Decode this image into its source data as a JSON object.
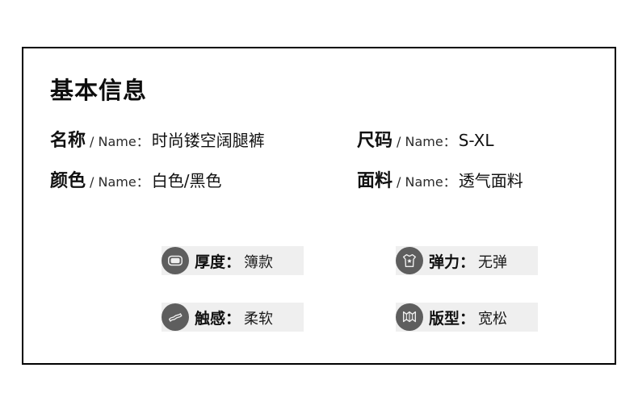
{
  "card": {
    "title": "基本信息",
    "border_color": "#000000",
    "background": "#ffffff"
  },
  "specs": [
    {
      "label": "名称",
      "separator": "/ Name：",
      "value": "时尚镂空阔腿裤",
      "column": "left",
      "row": 0
    },
    {
      "label": "尺码",
      "separator": "/ Name：",
      "value": "S-XL",
      "column": "right",
      "row": 0
    },
    {
      "label": "颜色",
      "separator": "/ Name：",
      "value": "白色/黑色",
      "column": "left",
      "row": 1
    },
    {
      "label": "面料",
      "separator": "/ Name：",
      "value": "透气面料",
      "column": "right",
      "row": 1
    }
  ],
  "badges": [
    {
      "icon": "folded-fabric-icon",
      "key": "厚度",
      "colon": "：",
      "value": "簿款",
      "column": "left",
      "row": 0
    },
    {
      "icon": "tshirt-star-icon",
      "key": "弹力",
      "colon": "：",
      "value": "无弹",
      "column": "right",
      "row": 0
    },
    {
      "icon": "cloth-ribbon-icon",
      "key": "触感",
      "colon": "：",
      "value": "柔软",
      "column": "left",
      "row": 1
    },
    {
      "icon": "folded-map-icon",
      "key": "版型",
      "colon": "：",
      "value": "宽松",
      "column": "right",
      "row": 1
    }
  ],
  "colors": {
    "badge_background": "#efefef",
    "badge_icon_circle": "#5e5e5e",
    "text_primary": "#111111"
  }
}
